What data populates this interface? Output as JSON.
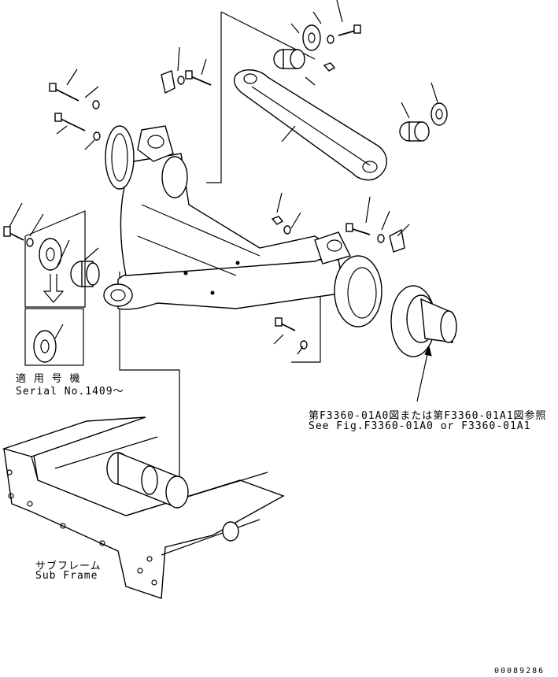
{
  "labels": {
    "serial_jp": "適 用 号 機",
    "serial_en": "Serial No.1409～",
    "reference_jp": "第F3360-01A0図または第F3360-01A1図参照",
    "reference_en": "See Fig.F3360-01A0 or F3360-01A1",
    "subframe_jp": "サブフレーム",
    "subframe_en": "Sub Frame",
    "drawing_number": "00089286"
  },
  "icons": [
    "arrow-down-icon"
  ]
}
